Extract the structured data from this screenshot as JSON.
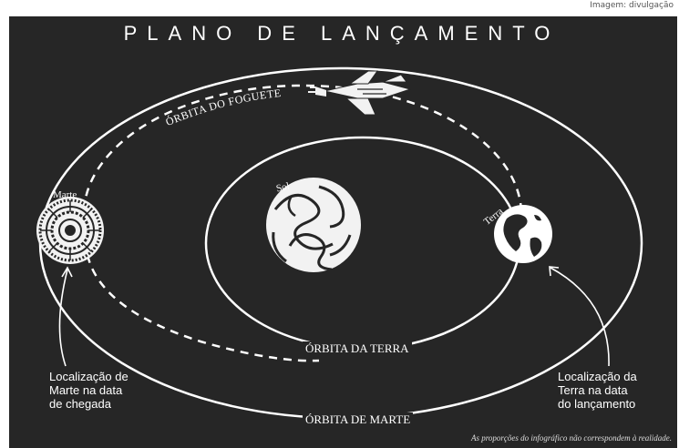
{
  "credit": "Imagem: divulgação",
  "title": "PLANO DE LANÇAMENTO",
  "bodies": {
    "sun": "Sol",
    "earth": "Terra",
    "mars": "Marte"
  },
  "orbits": {
    "rocket": "ÓRBITA DO FOGUETE",
    "earth": "ÓRBITA DA TERRA",
    "mars": "ÓRBITA DE MARTE"
  },
  "notes": {
    "mars_location": [
      "Localização de",
      "Marte na data",
      "de chegada"
    ],
    "earth_location": [
      "Localização da",
      "Terra na data",
      "do lançamento"
    ]
  },
  "disclaimer": "As proporções do infográfico não correspondem à realidade.",
  "colors": {
    "background": "#262626",
    "foreground": "#ffffff"
  }
}
